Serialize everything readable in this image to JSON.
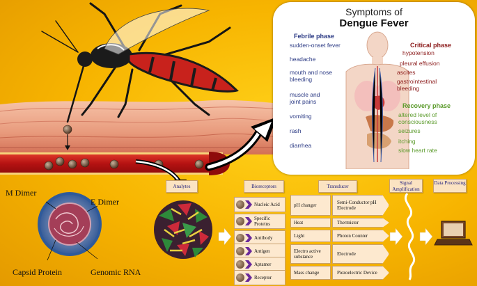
{
  "panel": {
    "title_line1": "Symptoms of",
    "title_line2": "Dengue Fever",
    "febrile": {
      "heading": "Febrile phase",
      "items": [
        "sudden-onset fever",
        "headache",
        "mouth and nose",
        "bleeding",
        "muscle and",
        "joint pains",
        "vomiting",
        "rash",
        "diarrhea"
      ]
    },
    "critical": {
      "heading": "Critical phase",
      "items": [
        "hypotension",
        "pleural effusion",
        "ascites",
        "gastrointestinal",
        "bleeding"
      ]
    },
    "recovery": {
      "heading": "Recovery phase",
      "items": [
        "altered level of",
        "consciousness",
        "seizures",
        "itching",
        "slow heart rate"
      ]
    }
  },
  "virus_labels": {
    "m_dimer": "M Dimer",
    "e_dimer": "E Dimer",
    "capsid": "Capsid Protein",
    "rna": "Genomic RNA"
  },
  "headers": {
    "analytes": "Analytes",
    "bioreceptors": "Bioreceptors",
    "transducer": "Transducer",
    "signal": "Signal Amplification",
    "data": "Data Processing"
  },
  "bioreceptors": [
    "Nucleic Acid",
    "Specific Proteins",
    "Antibody",
    "Antigen",
    "Aptamer",
    "Receptor"
  ],
  "transducers": [
    {
      "input": "pH changer",
      "device": "Semi-Conductor pH Electrode"
    },
    {
      "input": "Heat",
      "device": "Thermistor"
    },
    {
      "input": "Light",
      "device": "Photon Counter"
    },
    {
      "input": "Electro active substance",
      "device": "Electrode"
    },
    {
      "input": "Mass change",
      "device": "Piezoelectric Device"
    }
  ],
  "colors": {
    "background": "#f7b400",
    "vessel": "#c01818",
    "febrile": "#2b3a84",
    "critical": "#8b1a1a",
    "recovery": "#5a9a2a"
  }
}
